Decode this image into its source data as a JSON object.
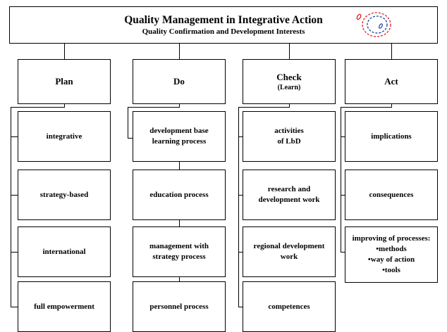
{
  "header": {
    "title": "Quality Management in Integrative Action",
    "subtitle": "Quality Confirmation and Development Interests"
  },
  "columns": [
    {
      "title": "Plan",
      "subtitle": "",
      "items": [
        [
          "integrative"
        ],
        [
          "strategy-based"
        ],
        [
          "international"
        ],
        [
          "full empowerment"
        ]
      ]
    },
    {
      "title": "Do",
      "subtitle": "",
      "items": [
        [
          "development base",
          "learning process"
        ],
        [
          "education process"
        ],
        [
          "management with",
          "strategy process"
        ],
        [
          "personnel process"
        ]
      ]
    },
    {
      "title": "Check",
      "subtitle": "(Learn)",
      "items": [
        [
          "activities",
          "of LbD"
        ],
        [
          "research and",
          "development work"
        ],
        [
          "regional development",
          "work"
        ],
        [
          "competences"
        ]
      ]
    },
    {
      "title": "Act",
      "subtitle": "",
      "items": [
        [
          "implications"
        ],
        [
          "consequences"
        ],
        [
          "improving of processes:",
          "•methods",
          "•way of action",
          "•tools"
        ]
      ]
    }
  ],
  "colors": {
    "stroke": "#000000",
    "background": "#ffffff",
    "logo_red": "#e0191f",
    "logo_blue": "#1a3f9c"
  }
}
